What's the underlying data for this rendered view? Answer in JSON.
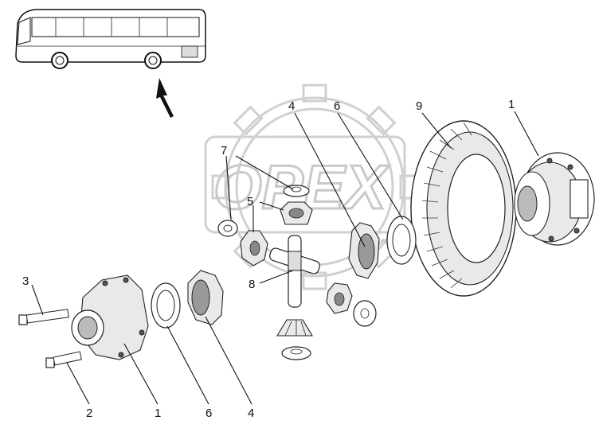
{
  "watermark": {
    "text": "OPEX"
  },
  "callouts": [
    {
      "id": "c7",
      "label": "7"
    },
    {
      "id": "c5",
      "label": "5"
    },
    {
      "id": "c4top",
      "label": "4"
    },
    {
      "id": "c6top",
      "label": "6"
    },
    {
      "id": "c9",
      "label": "9"
    },
    {
      "id": "c1top",
      "label": "1"
    },
    {
      "id": "c8",
      "label": "8"
    },
    {
      "id": "c3",
      "label": "3"
    },
    {
      "id": "c2",
      "label": "2"
    },
    {
      "id": "c1bot",
      "label": "1"
    },
    {
      "id": "c6bot",
      "label": "6"
    },
    {
      "id": "c4bot",
      "label": "4"
    }
  ]
}
